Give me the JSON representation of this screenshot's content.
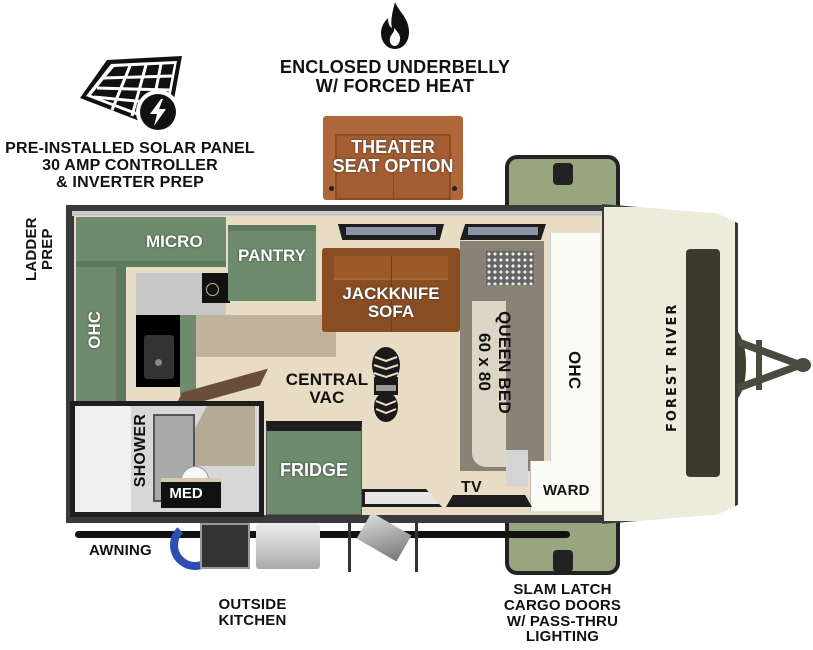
{
  "features": {
    "solar": {
      "icon": "solar-panel-icon",
      "lines": [
        "PRE-INSTALLED SOLAR PANEL",
        "30 AMP CONTROLLER",
        "& INVERTER PREP"
      ]
    },
    "underbelly": {
      "icon": "flame-icon",
      "lines": [
        "ENCLOSED UNDERBELLY",
        "W/ FORCED HEAT"
      ]
    },
    "theater_seat": {
      "lines": [
        "THEATER",
        "SEAT OPTION"
      ]
    },
    "ladder_prep": {
      "lines": [
        "LADDER",
        "PREP"
      ]
    },
    "awning": {
      "label": "AWNING"
    },
    "outside_kitchen": {
      "lines": [
        "OUTSIDE",
        "KITCHEN"
      ]
    },
    "cargo_doors": {
      "lines": [
        "SLAM LATCH",
        "CARGO DOORS",
        "W/ PASS-THRU",
        "LIGHTING"
      ]
    }
  },
  "rooms": {
    "micro": "MICRO",
    "pantry": "PANTRY",
    "ohc_left": "OHC",
    "jackknife_sofa": [
      "JACKKNIFE",
      "SOFA"
    ],
    "central_vac": [
      "CENTRAL",
      "VAC"
    ],
    "queen_bed": [
      "QUEEN BED",
      "60 x 80"
    ],
    "ohc_right": "OHC",
    "shower": "SHOWER",
    "med": "MED",
    "fridge": "FRIDGE",
    "tv": "TV",
    "ward": "WARD",
    "brand": "FOREST RIVER"
  },
  "colors": {
    "cabinet_green": "#6f8b6d",
    "cargo_green": "#97a67f",
    "sofa_brown": "#8a4d22",
    "theater_brown": "#b0683a",
    "floor": "#e8dcc4",
    "wall": "#3a3a3a",
    "front_cap": "#ecebdc"
  }
}
